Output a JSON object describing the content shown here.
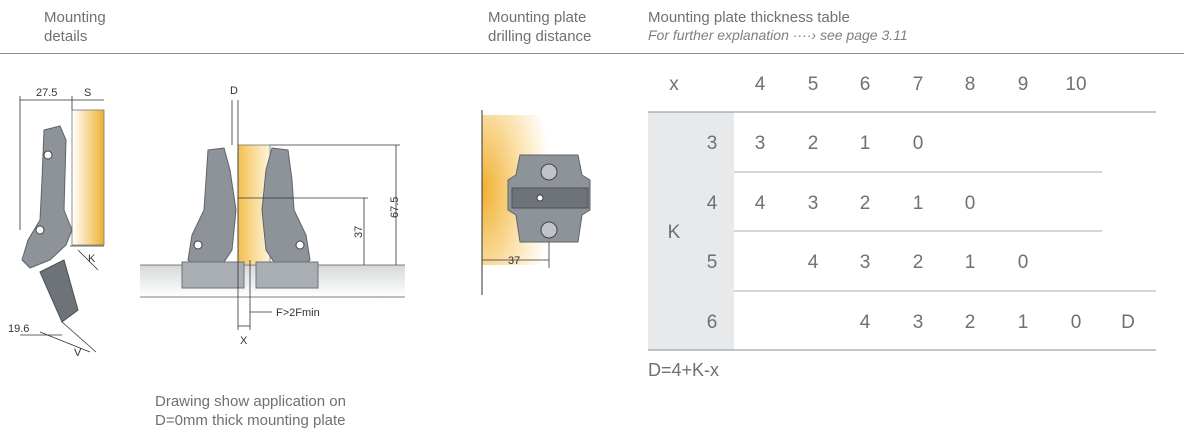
{
  "headers": {
    "mounting_details": "Mounting\ndetails",
    "drilling_distance": "Mounting plate\ndrilling distance",
    "thickness_table": "Mounting plate thickness table",
    "explanation": "For further explanation ····› see page 3.11"
  },
  "caption": "Drawing show application on\nD=0mm thick mounting plate",
  "formula": "D=4+K-x",
  "dimensions": {
    "d1": "27.5",
    "s": "S",
    "k": "K",
    "v": "V",
    "d196": "19.6",
    "d": "D",
    "d675": "67.5",
    "d37a": "37",
    "f": "F>2Fmin",
    "x": "X",
    "d37b": "37"
  },
  "table": {
    "x_label": "x",
    "k_label": "K",
    "d_label": "D",
    "columns": [
      "4",
      "5",
      "6",
      "7",
      "8",
      "9",
      "10"
    ],
    "rows": [
      {
        "k": "3",
        "values": [
          "3",
          "2",
          "1",
          "0",
          "",
          "",
          ""
        ]
      },
      {
        "k": "4",
        "values": [
          "4",
          "3",
          "2",
          "1",
          "0",
          "",
          ""
        ]
      },
      {
        "k": "5",
        "values": [
          "",
          "4",
          "3",
          "2",
          "1",
          "0",
          ""
        ]
      },
      {
        "k": "6",
        "values": [
          "",
          "",
          "4",
          "3",
          "2",
          "1",
          "0"
        ]
      }
    ]
  },
  "colors": {
    "shade": "#e8e9eb",
    "gradient_start": "#f0b030",
    "gradient_end": "#ffffff"
  }
}
